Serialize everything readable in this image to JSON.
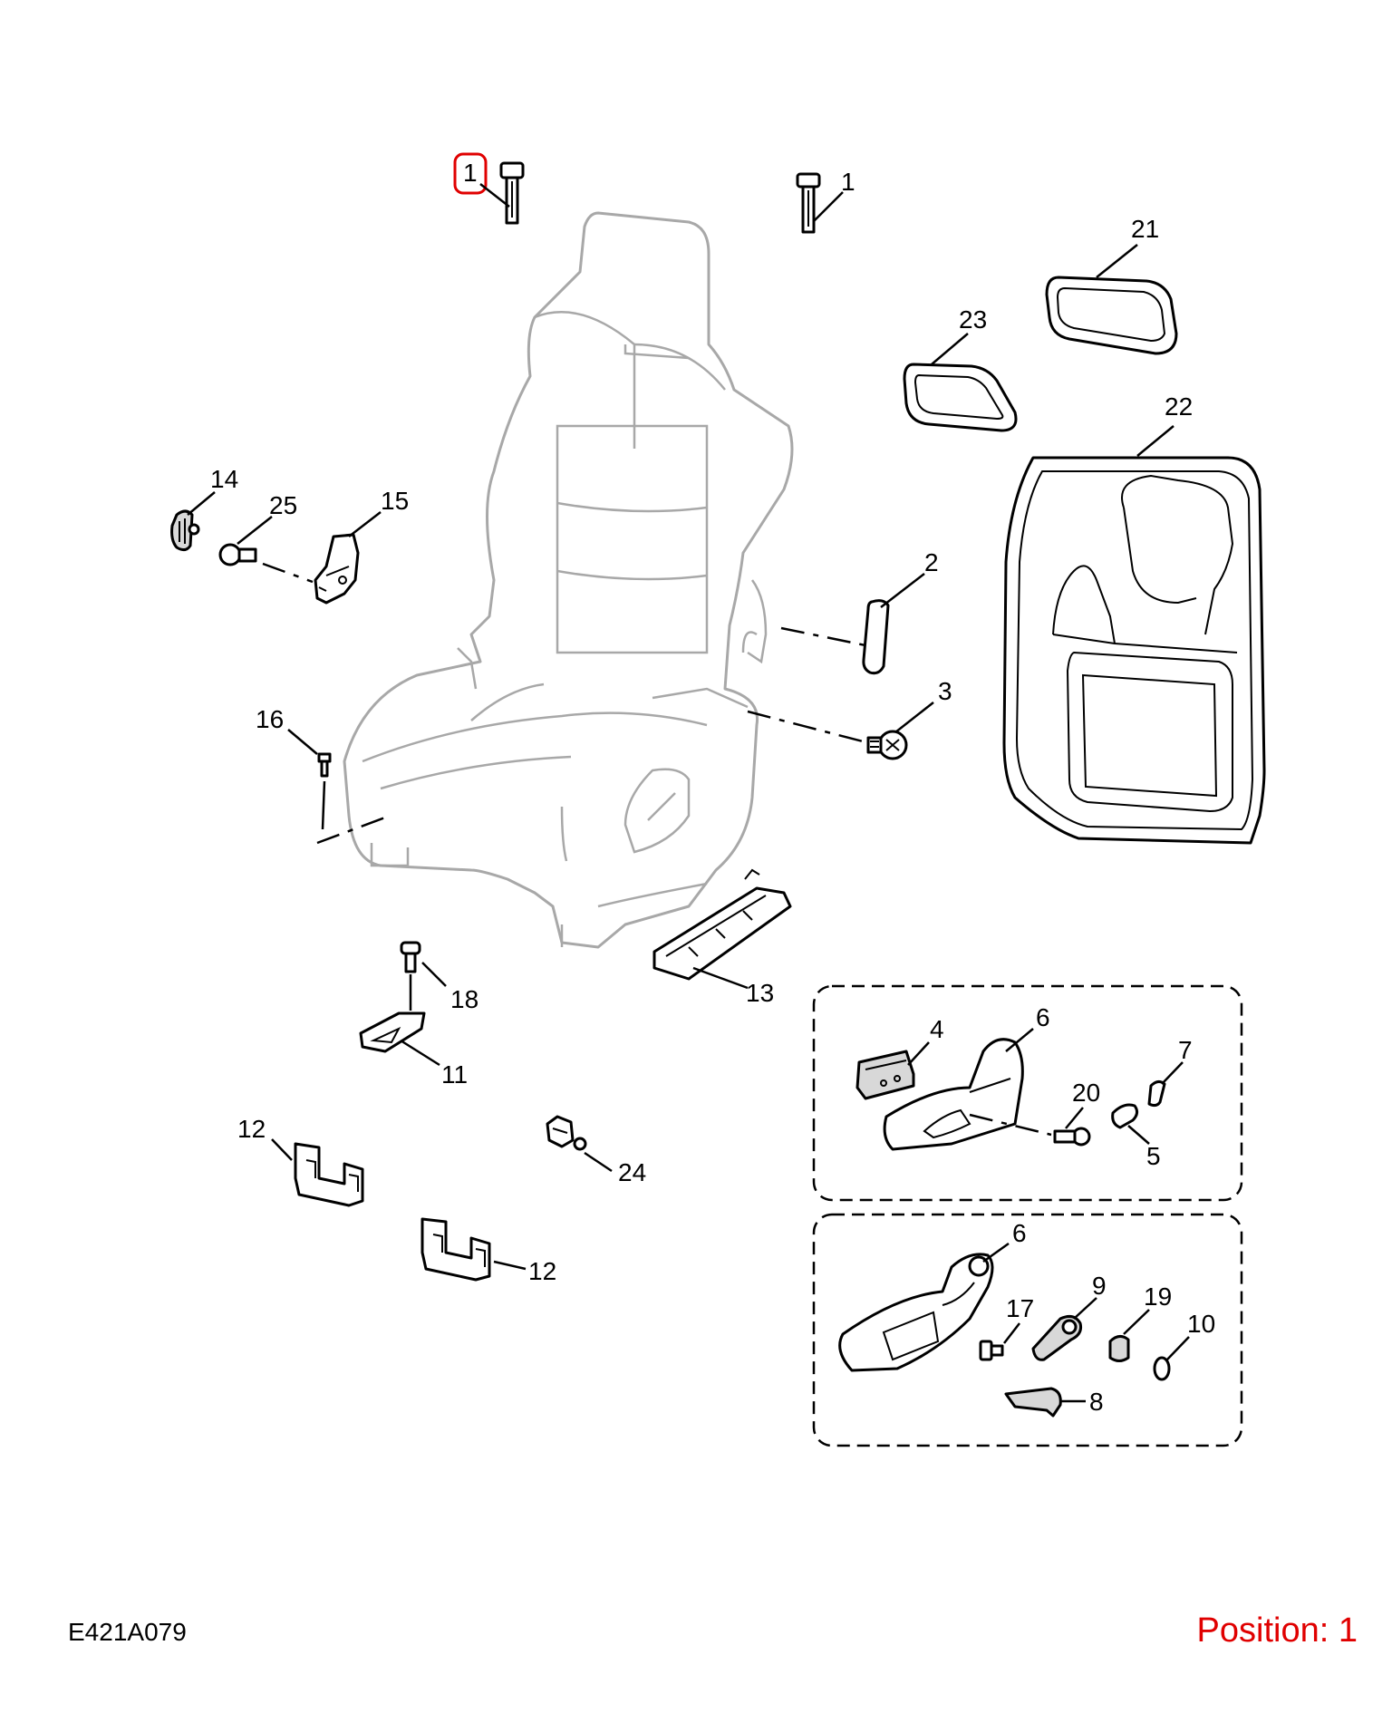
{
  "drawing_code": "E421A079",
  "position": {
    "text": "Position: 1",
    "color": "#e00000"
  },
  "highlight_color": "#e00000",
  "callouts": {
    "c1a": "1",
    "c1b": "1",
    "c2": "2",
    "c3": "3",
    "c4": "4",
    "c5": "5",
    "c6a": "6",
    "c6b": "6",
    "c7": "7",
    "c8": "8",
    "c9": "9",
    "c10": "10",
    "c11": "11",
    "c12a": "12",
    "c12b": "12",
    "c13": "13",
    "c14": "14",
    "c15": "15",
    "c16": "16",
    "c17": "17",
    "c18": "18",
    "c19": "19",
    "c20": "20",
    "c21": "21",
    "c22": "22",
    "c23": "23",
    "c24": "24",
    "c25": "25"
  }
}
